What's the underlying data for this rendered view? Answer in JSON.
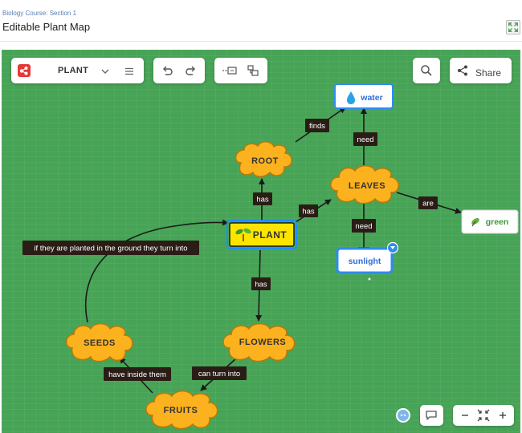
{
  "header": {
    "breadcrumb": "Biology Course: Section 1",
    "title": "Editable Plant Map"
  },
  "toolbar": {
    "map_name": "PLANT",
    "share_label": "Share"
  },
  "nodes": {
    "plant": "PLANT",
    "root": "ROOT",
    "leaves": "LEAVES",
    "flowers": "FLOWERS",
    "seeds": "SEEDS",
    "fruits": "FRUITS",
    "water": "water",
    "sunlight": "sunlight",
    "green": "green"
  },
  "links": {
    "plant_root": "has",
    "plant_leaves": "has",
    "plant_flowers": "has",
    "root_water": "finds",
    "leaves_water": "need",
    "leaves_sunlight": "need",
    "leaves_green": "are",
    "flowers_fruits": "can turn into",
    "fruits_seeds": "have inside them",
    "seeds_plant": "if they are planted in the ground they turn into"
  },
  "colors": {
    "canvas_bg": "#47a356",
    "cloud_fill": "#fcb21e",
    "plant_fill": "#ffe400",
    "selected_border": "#1e90ff",
    "link_bg": "#2a1d16"
  },
  "icons": [
    "logo-icon",
    "chevron-down-icon",
    "menu-icon",
    "undo-icon",
    "redo-icon",
    "add-node-icon",
    "layout-icon",
    "search-icon",
    "share-icon",
    "water-drop-icon",
    "sprout-icon",
    "leaf-icon",
    "comment-icon",
    "zoom-out-icon",
    "fit-icon",
    "zoom-in-icon",
    "avatar"
  ]
}
